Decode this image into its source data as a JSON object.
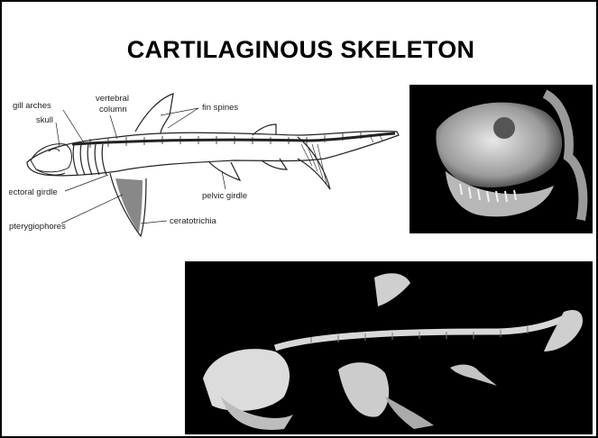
{
  "slide": {
    "title": "CARTILAGINOUS SKELETON"
  },
  "diagram": {
    "labels": {
      "gill_arches": "gill arches",
      "skull": "skull",
      "vertebral": "vertebral",
      "column": "column",
      "fin_spines": "fin spines",
      "pectoral_girdle": "pectoral girdle",
      "pelvic_girdle": "pelvic girdle",
      "pterygiophores": "pterygiophores",
      "ceratotrichia": "ceratotrichia"
    }
  },
  "colors": {
    "background": "#ffffff",
    "photo_background": "#000000",
    "bone": "#d8d8d8",
    "ink": "#222222"
  }
}
